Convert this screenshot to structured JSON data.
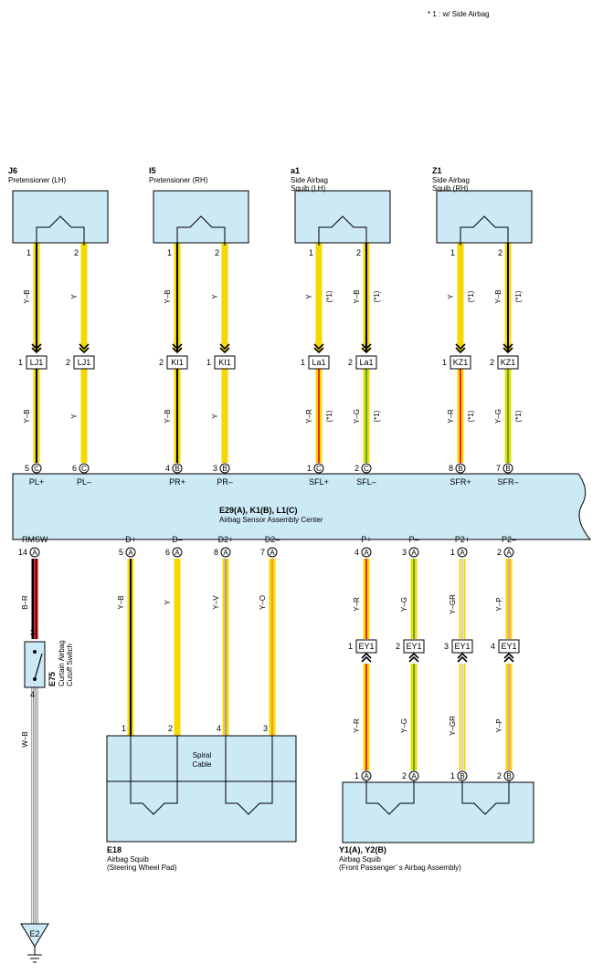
{
  "note": "* 1 : w/ Side Airbag",
  "colors": {
    "component_fill": "#cce9f6",
    "yellow": "#f5d800",
    "black": "#000000",
    "red": "#e8262a",
    "green": "#4cae3c",
    "violet": "#a79ac9",
    "orange": "#f39c2b",
    "pink": "#ef9cb7",
    "white": "#ffffff"
  },
  "top_components": [
    {
      "code": "J6",
      "name": [
        "Pretensioner (LH)"
      ],
      "pins": [
        {
          "pin": "1",
          "wire": "Y–B",
          "note": "",
          "conn_pin": "1",
          "conn": "LJ1",
          "wire2": "Y–B",
          "note2": "",
          "ecu_pin": "5",
          "ecu_conn": "C",
          "signal": "PL+"
        },
        {
          "pin": "2",
          "wire": "Y",
          "note": "",
          "conn_pin": "2",
          "conn": "LJ1",
          "wire2": "Y",
          "note2": "",
          "ecu_pin": "6",
          "ecu_conn": "C",
          "signal": "PL–"
        }
      ]
    },
    {
      "code": "I5",
      "name": [
        "Pretensioner (RH)"
      ],
      "pins": [
        {
          "pin": "1",
          "wire": "Y–B",
          "note": "",
          "conn_pin": "2",
          "conn": "KI1",
          "wire2": "Y–B",
          "note2": "",
          "ecu_pin": "4",
          "ecu_conn": "B",
          "signal": "PR+"
        },
        {
          "pin": "2",
          "wire": "Y",
          "note": "",
          "conn_pin": "1",
          "conn": "KI1",
          "wire2": "Y",
          "note2": "",
          "ecu_pin": "3",
          "ecu_conn": "B",
          "signal": "PR–"
        }
      ]
    },
    {
      "code": "a1",
      "name": [
        "Side Airbag",
        "Squib (LH)"
      ],
      "pins": [
        {
          "pin": "1",
          "wire": "Y",
          "note": "(*1)",
          "conn_pin": "1",
          "conn": "La1",
          "wire2": "Y–R",
          "note2": "(*1)",
          "ecu_pin": "1",
          "ecu_conn": "C",
          "signal": "SFL+"
        },
        {
          "pin": "2",
          "wire": "Y–B",
          "note": "(*1)",
          "conn_pin": "2",
          "conn": "La1",
          "wire2": "Y–G",
          "note2": "(*1)",
          "ecu_pin": "2",
          "ecu_conn": "C",
          "signal": "SFL–"
        }
      ]
    },
    {
      "code": "Z1",
      "name": [
        "Side Airbag",
        "Squib (RH)"
      ],
      "pins": [
        {
          "pin": "1",
          "wire": "Y",
          "note": "(*1)",
          "conn_pin": "1",
          "conn": "KZ1",
          "wire2": "Y–R",
          "note2": "(*1)",
          "ecu_pin": "8",
          "ecu_conn": "B",
          "signal": "SFR+"
        },
        {
          "pin": "2",
          "wire": "Y–B",
          "note": "(*1)",
          "conn_pin": "2",
          "conn": "KZ1",
          "wire2": "Y–G",
          "note2": "(*1)",
          "ecu_pin": "7",
          "ecu_conn": "B",
          "signal": "SFR–"
        }
      ]
    }
  ],
  "ecu": {
    "code": "E29(A), K1(B), L1(C)",
    "name": "Airbag Sensor Assembly Center"
  },
  "bottom_signals": [
    {
      "signal": "RMSW",
      "pin": "14",
      "conn": "A",
      "wire": "B–R"
    },
    {
      "signal": "D+",
      "pin": "5",
      "conn": "A",
      "wire": "Y–B",
      "dest_pin": "1"
    },
    {
      "signal": "D–",
      "pin": "6",
      "conn": "A",
      "wire": "Y",
      "dest_pin": "2"
    },
    {
      "signal": "D2+",
      "pin": "8",
      "conn": "A",
      "wire": "Y–V",
      "dest_pin": "4"
    },
    {
      "signal": "D2–",
      "pin": "7",
      "conn": "A",
      "wire": "Y–O",
      "dest_pin": "3"
    },
    {
      "signal": "P+",
      "pin": "4",
      "conn": "A",
      "wire": "Y–R",
      "ey_pin": "1",
      "ey_conn": "EY1",
      "wire2": "Y–R",
      "dest_pin": "1",
      "dest_conn": "A"
    },
    {
      "signal": "P–",
      "pin": "3",
      "conn": "A",
      "wire": "Y–G",
      "ey_pin": "2",
      "ey_conn": "EY1",
      "wire2": "Y–G",
      "dest_pin": "2",
      "dest_conn": "A"
    },
    {
      "signal": "P2+",
      "pin": "1",
      "conn": "A",
      "wire": "Y–GR",
      "ey_pin": "3",
      "ey_conn": "EY1",
      "wire2": "Y–GR",
      "dest_pin": "1",
      "dest_conn": "B"
    },
    {
      "signal": "P2–",
      "pin": "2",
      "conn": "A",
      "wire": "Y–P",
      "ey_pin": "4",
      "ey_conn": "EY1",
      "wire2": "Y–P",
      "dest_pin": "2",
      "dest_conn": "B"
    }
  ],
  "switch": {
    "code": "E75",
    "name": [
      "Curtain Airbag",
      "Cutoff Switch"
    ],
    "pin_top": "3",
    "pin_bottom": "4",
    "wire_down": "W–B"
  },
  "ground": {
    "label": "E2"
  },
  "spiral": {
    "label": [
      "Spiral",
      "Cable"
    ],
    "code": "E18",
    "name": [
      "Airbag Squib",
      "(Steering Wheel Pad)"
    ]
  },
  "passenger": {
    "code": "Y1(A), Y2(B)",
    "name": [
      "Airbag Squib",
      "(Front Passenger’ s Airbag Assembly)"
    ]
  }
}
